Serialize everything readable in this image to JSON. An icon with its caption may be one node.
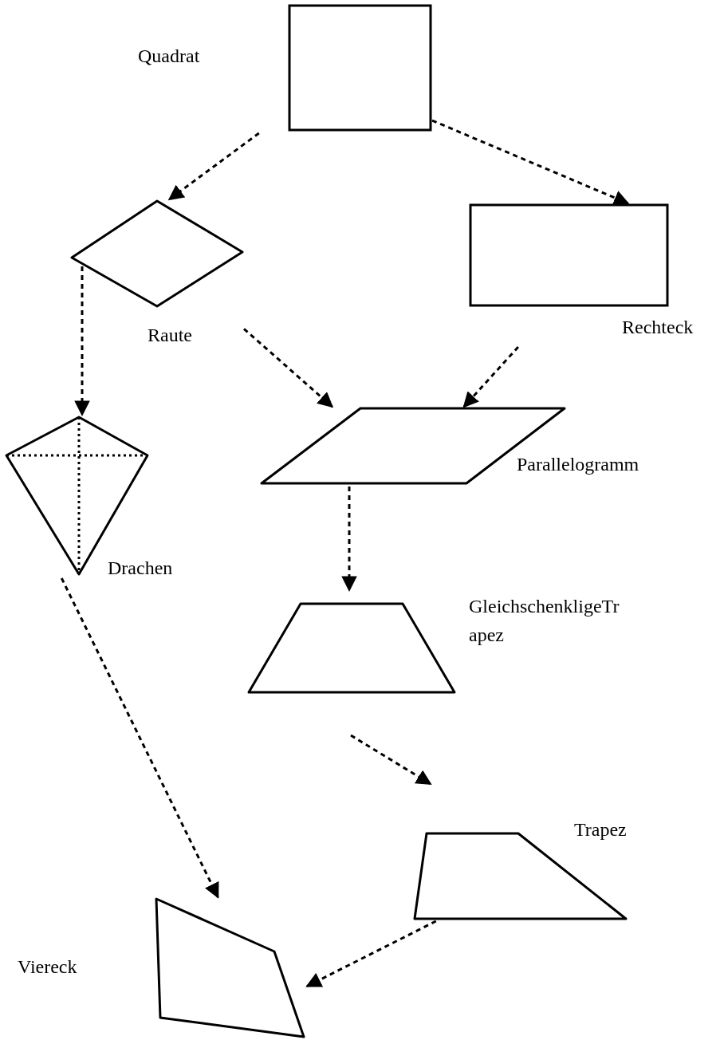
{
  "diagram": {
    "nodes": [
      {
        "text": [
          "Quadrat"
        ]
      },
      {
        "text": [
          "Raute"
        ]
      },
      {
        "text": [
          "Rechteck"
        ]
      },
      {
        "text": [
          "Drachen"
        ]
      },
      {
        "text": [
          "Parallelogramm"
        ]
      },
      {
        "text": [
          "GleichschenkligeTrapez"
        ]
      },
      {
        "text": [
          "Trapez"
        ]
      },
      {
        "text": [
          "Viereck"
        ]
      }
    ],
    "edges": [
      {
        "from": 0,
        "to": 1,
        "arrow": "to",
        "style": "dashed"
      },
      {
        "from": 0,
        "to": 2,
        "arrow": "to",
        "style": "dashed"
      },
      {
        "from": 1,
        "to": 3,
        "arrow": "to",
        "style": "dashed"
      },
      {
        "from": 1,
        "to": 4,
        "arrow": "to",
        "style": "dashed"
      },
      {
        "from": 2,
        "to": 4,
        "arrow": "to",
        "style": "dashed"
      },
      {
        "from": 4,
        "to": 5,
        "arrow": "to",
        "style": "dashed"
      },
      {
        "from": 3,
        "to": 7,
        "arrow": "to",
        "style": "dashed"
      },
      {
        "from": 5,
        "to": 6,
        "arrow": "to",
        "style": "dashed"
      },
      {
        "from": 6,
        "to": 7,
        "arrow": "to",
        "style": "dashed"
      }
    ]
  }
}
